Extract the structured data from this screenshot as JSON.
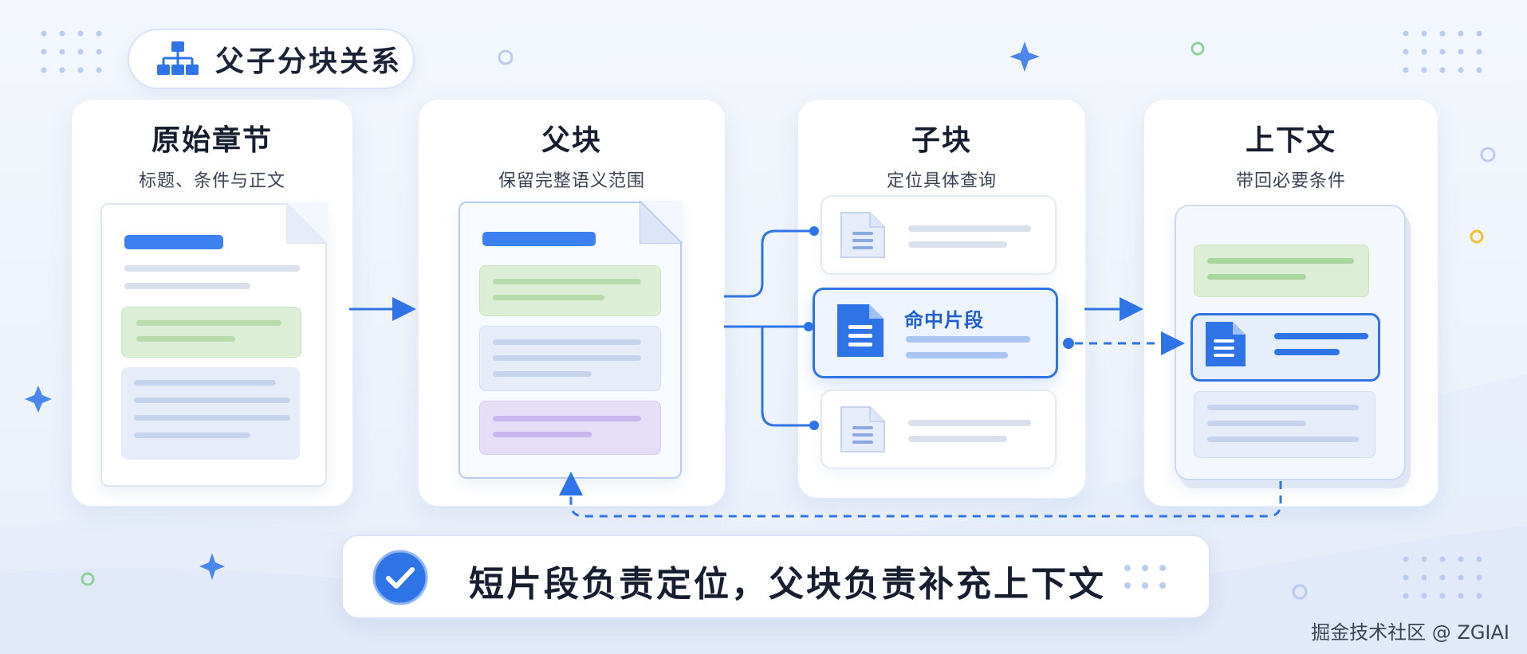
{
  "title": "父子分块关系",
  "panels": [
    {
      "title": "原始章节",
      "subtitle": "标题、条件与正文"
    },
    {
      "title": "父块",
      "subtitle": "保留完整语义范围"
    },
    {
      "title": "子块",
      "subtitle": "定位具体查询"
    },
    {
      "title": "上下文",
      "subtitle": "带回必要条件"
    }
  ],
  "hit_label": "命中片段",
  "conclusion": "短片段负责定位，父块负责补充上下文",
  "watermark": "掘金技术社区 @ ZGIAI",
  "colors": {
    "accent": "#2f74e6",
    "green": "#dcefd6",
    "purple": "#e6def7",
    "blue_block": "#e6edf9"
  }
}
